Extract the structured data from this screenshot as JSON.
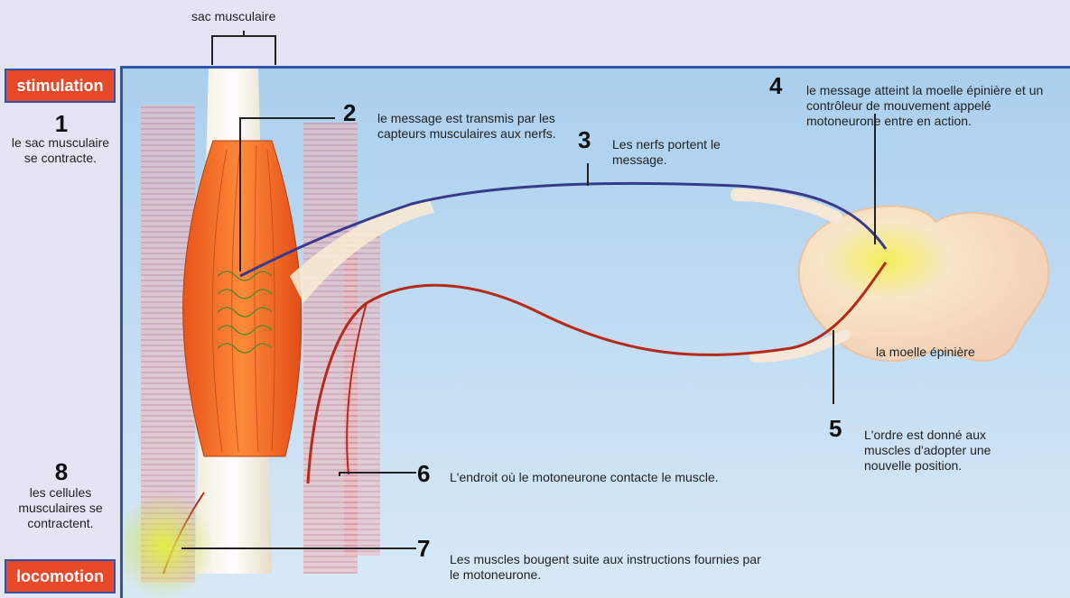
{
  "top_label": "sac musculaire",
  "badges": {
    "stimulation": "stimulation",
    "locomotion": "locomotion"
  },
  "steps": [
    {
      "num": "1",
      "text": "le sac musculaire se contracte."
    },
    {
      "num": "2",
      "text": "le message est transmis par les capteurs musculaires aux nerfs."
    },
    {
      "num": "3",
      "text": "Les nerfs portent le message."
    },
    {
      "num": "4",
      "text": "le message atteint la moelle épinière et un contrôleur de mouvement appelé motoneurone entre en action."
    },
    {
      "num": "5",
      "text": "L'ordre est donné aux muscles d'adopter une nouvelle position."
    },
    {
      "num": "6",
      "text": "L'endroit où le motoneurone contacte le muscle."
    },
    {
      "num": "7",
      "text": "Les muscles bougent suite aux instructions fournies par le motoneurone."
    },
    {
      "num": "8",
      "text": "les cellules musculaires se contractent."
    }
  ],
  "spinal_cord_label": "la moelle épinière",
  "colors": {
    "panel_border": "#2f56a8",
    "badge": "#e8492a",
    "background": "#e4e4f4",
    "sensory_nerve": "#3a3a8a",
    "motor_nerve": "#b52a1a",
    "muscle": "#f06a28"
  }
}
